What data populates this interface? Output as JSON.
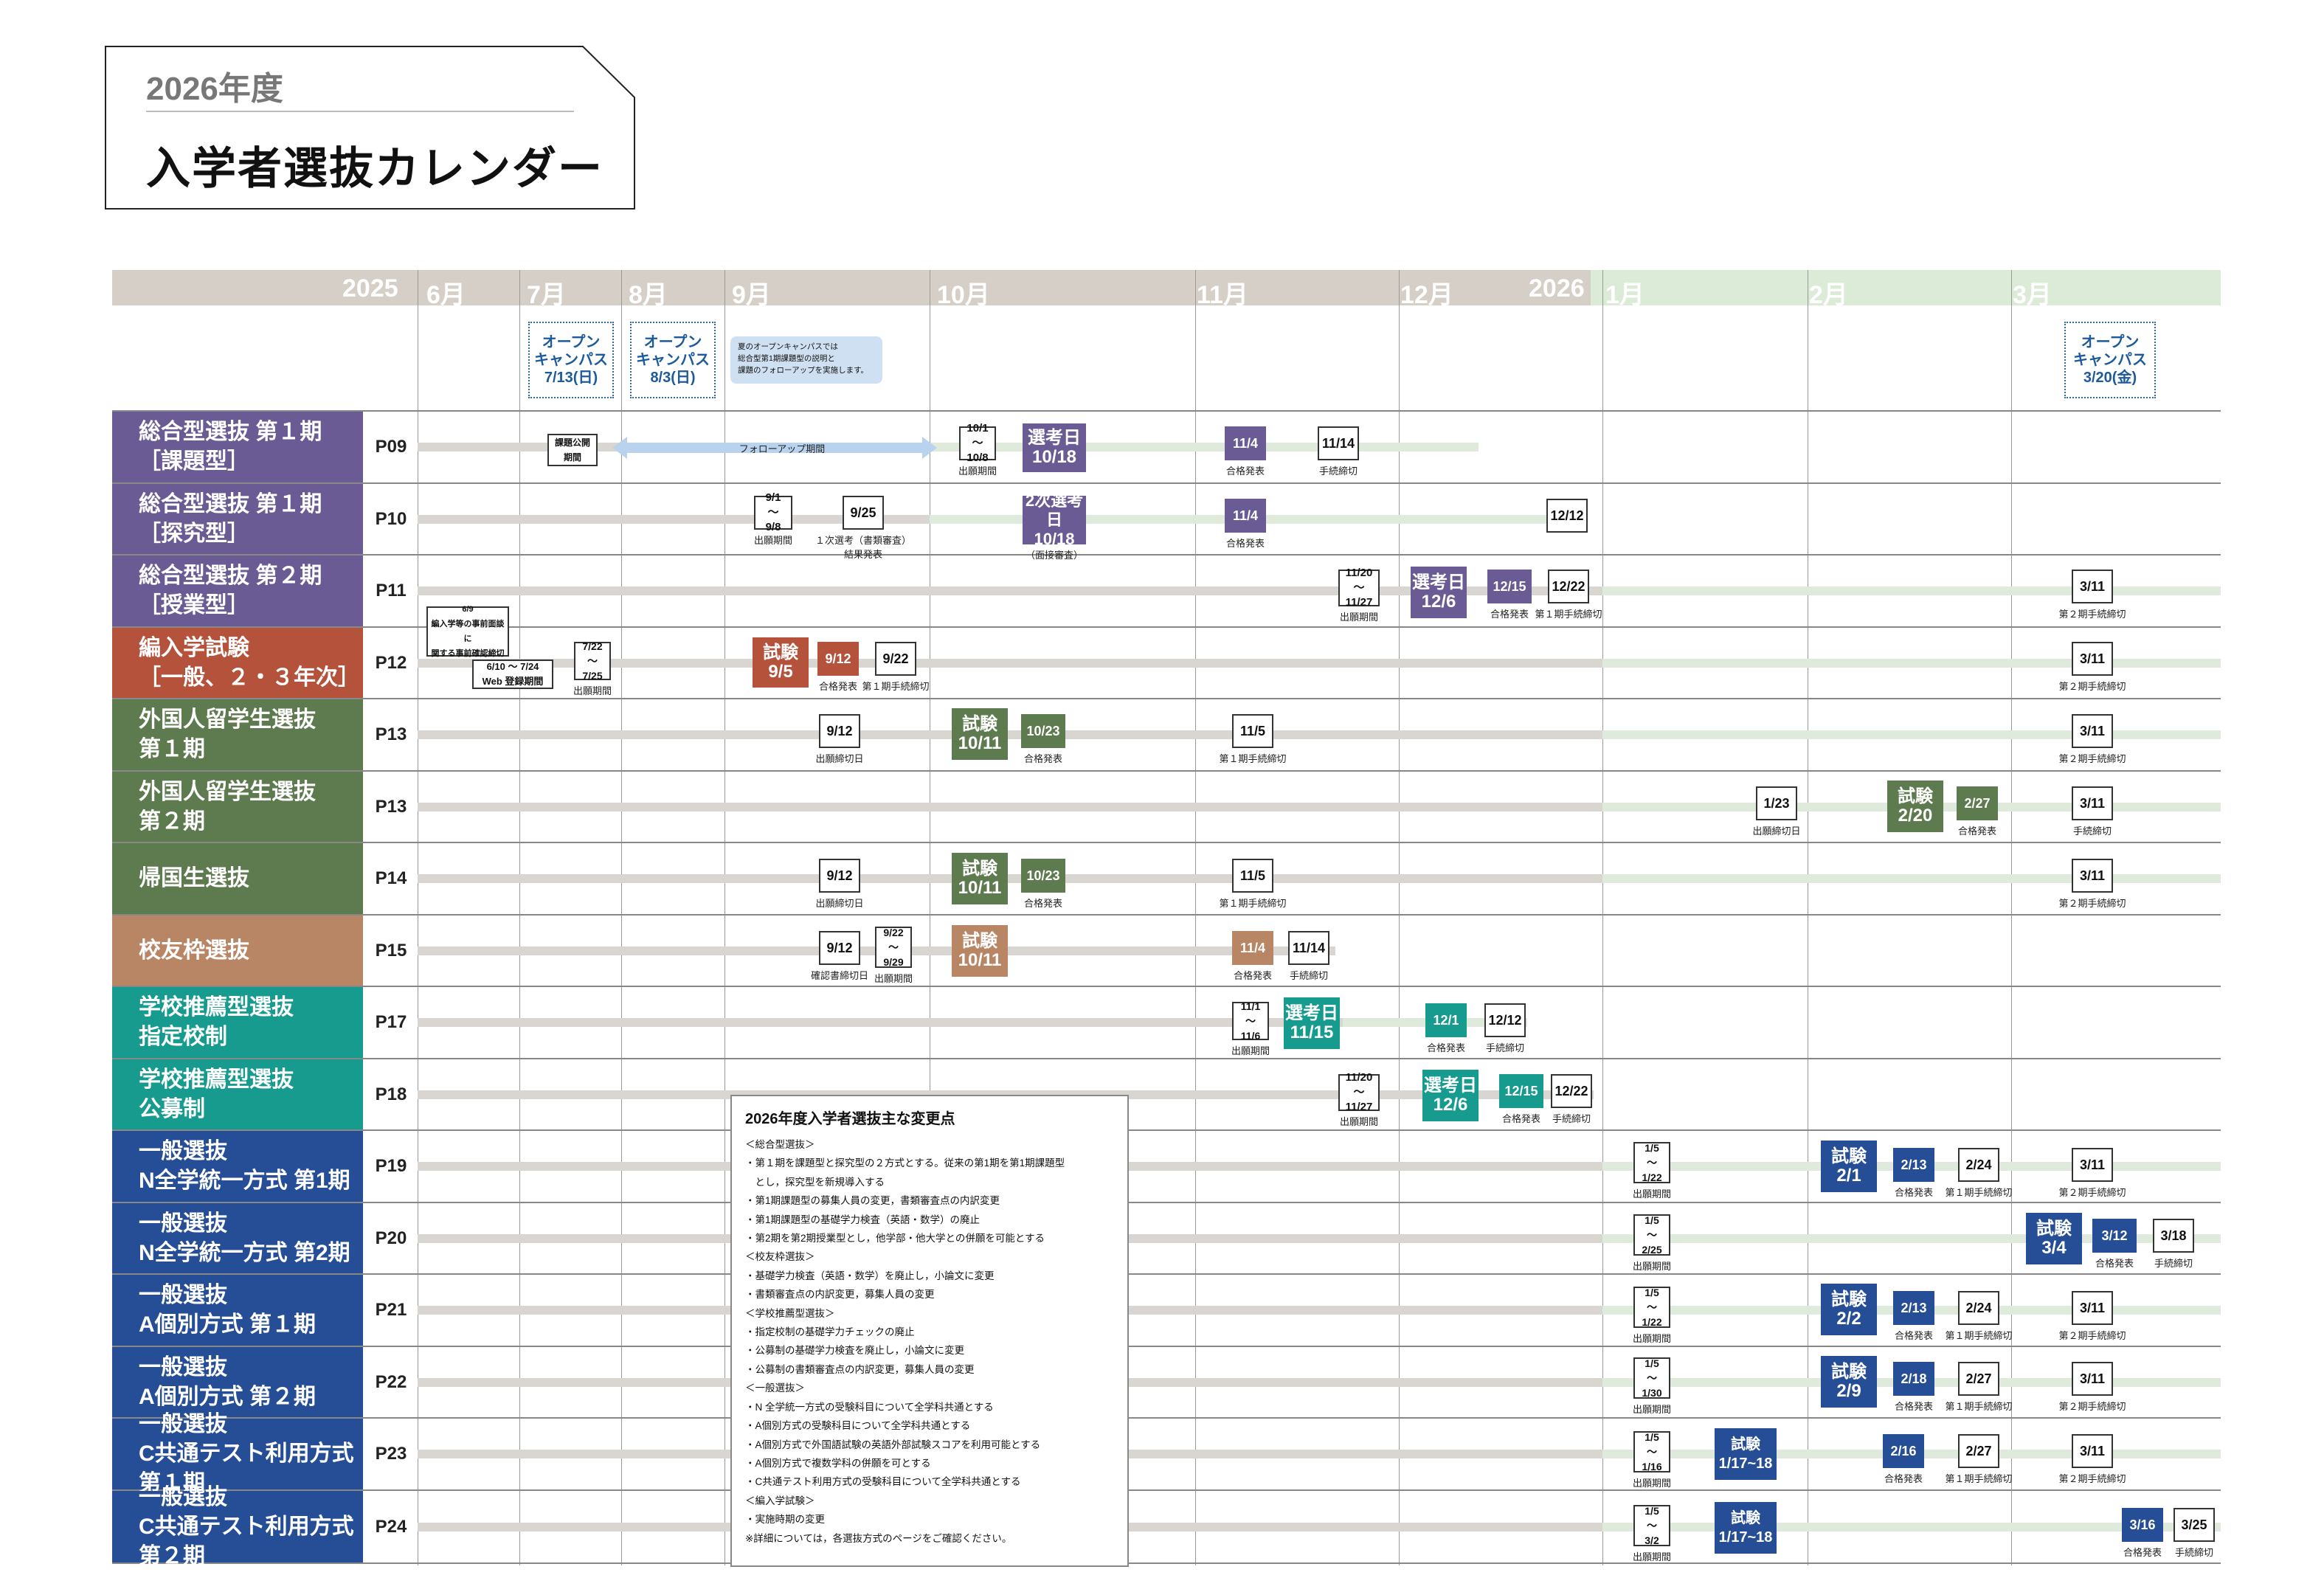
{
  "header": {
    "year": "2026年度",
    "title": "入学者選抜カレンダー"
  },
  "months": {
    "y2025": "2025",
    "jun": "6月",
    "jul": "7月",
    "aug": "8月",
    "sep": "9月",
    "oct": "10月",
    "nov": "11月",
    "dec": "12月",
    "y2026": "2026",
    "jan": "1月",
    "feb": "2月",
    "mar": "3月"
  },
  "open_campus": {
    "oc1": "オープン\nキャンパス\n7/13(日)",
    "oc2": "オープン\nキャンパス\n8/3(日)",
    "oc3": "オープン\nキャンパス\n3/20(金)",
    "note": "夏のオープンキャンパスでは\n総合型第1期課題型の説明と\n課題のフォローアップを実施します。"
  },
  "categories": [
    {
      "name": "総合型選抜 第１期\n［課題型］",
      "page": "P09",
      "color": "#6b5b95"
    },
    {
      "name": "総合型選抜 第１期\n［探究型］",
      "page": "P10",
      "color": "#6b5b95"
    },
    {
      "name": "総合型選抜 第２期\n［授業型］",
      "page": "P11",
      "color": "#6b5b95"
    },
    {
      "name": "編入学試験\n［一般、２・３年次］",
      "page": "P12",
      "color": "#b5523b"
    },
    {
      "name": "外国人留学生選抜\n第１期",
      "page": "P13",
      "color": "#5e7a4f"
    },
    {
      "name": "外国人留学生選抜\n第２期",
      "page": "P13",
      "color": "#5e7a4f"
    },
    {
      "name": "帰国生選抜",
      "page": "P14",
      "color": "#5e7a4f"
    },
    {
      "name": "校友枠選抜",
      "page": "P15",
      "color": "#b88565"
    },
    {
      "name": "学校推薦型選抜\n指定校制",
      "page": "P17",
      "color": "#179b8e"
    },
    {
      "name": "学校推薦型選抜\n公募制",
      "page": "P18",
      "color": "#179b8e"
    },
    {
      "name": "一般選抜\nN全学統一方式 第1期",
      "page": "P19",
      "color": "#254e96"
    },
    {
      "name": "一般選抜\nN全学統一方式 第2期",
      "page": "P20",
      "color": "#254e96"
    },
    {
      "name": "一般選抜\nA個別方式 第１期",
      "page": "P21",
      "color": "#254e96"
    },
    {
      "name": "一般選抜\nA個別方式 第２期",
      "page": "P22",
      "color": "#254e96"
    },
    {
      "name": "一般選抜\nC共通テスト利用方式第１期",
      "page": "P23",
      "color": "#254e96"
    },
    {
      "name": "一般選抜\nC共通テスト利用方式第２期",
      "page": "P24",
      "color": "#254e96"
    }
  ],
  "events": {
    "r0": {
      "a": "課題公開\n期間",
      "follow": "フォローアップ期間",
      "b": "10/1\n〜\n10/8",
      "b_l": "出願期間",
      "c": "選考日\n10/18",
      "d": "11/4",
      "d_l": "合格発表",
      "e": "11/14",
      "e_l": "手続締切"
    },
    "r1": {
      "a": "9/1\n〜\n9/8",
      "a_l": "出願期間",
      "b": "9/25",
      "b_l": "１次選考（書類審査）\n結果発表",
      "c": "2次選考日\n10/18",
      "c_l": "（面接審査）",
      "d": "11/4",
      "d_l": "合格発表",
      "e": "12/12"
    },
    "r2": {
      "a": "11/20\n〜\n11/27",
      "a_l": "出願期間",
      "b": "選考日\n12/6",
      "c": "12/15",
      "c_l": "合格発表",
      "d": "12/22",
      "d_l": "第１期手続締切",
      "e": "3/11",
      "e_l": "第２期手続締切"
    },
    "r3": {
      "a": "6/9\n編入学等の事前面談に\n関する事前確認締切",
      "b": "6/10 〜 7/24\nWeb 登録期間",
      "c": "7/22\n〜\n7/25",
      "c_l": "出願期間",
      "d": "試験\n9/5",
      "e": "9/12",
      "e_l": "合格発表",
      "f": "9/22",
      "f_l": "第１期手続締切",
      "g": "3/11",
      "g_l": "第２期手続締切"
    },
    "r4": {
      "a": "9/12",
      "a_l": "出願締切日",
      "b": "試験\n10/11",
      "c": "10/23",
      "c_l": "合格発表",
      "d": "11/5",
      "d_l": "第１期手続締切",
      "e": "3/11",
      "e_l": "第２期手続締切"
    },
    "r5": {
      "a": "1/23",
      "a_l": "出願締切日",
      "b": "試験\n2/20",
      "c": "2/27",
      "c_l": "合格発表",
      "d": "3/11",
      "d_l": "手続締切"
    },
    "r6": {
      "a": "9/12",
      "a_l": "出願締切日",
      "b": "試験\n10/11",
      "c": "10/23",
      "c_l": "合格発表",
      "d": "11/5",
      "d_l": "第１期手続締切",
      "e": "3/11",
      "e_l": "第２期手続締切"
    },
    "r7": {
      "a": "9/12",
      "a_l": "確認書締切日",
      "b": "9/22\n〜\n9/29",
      "b_l": "出願期間",
      "c": "試験\n10/11",
      "d": "11/4",
      "d_l": "合格発表",
      "e": "11/14",
      "e_l": "手続締切"
    },
    "r8": {
      "a": "11/1\n〜\n11/6",
      "a_l": "出願期間",
      "b": "選考日\n11/15",
      "c": "12/1",
      "c_l": "合格発表",
      "d": "12/12",
      "d_l": "手続締切"
    },
    "r9": {
      "a": "11/20\n〜\n11/27",
      "a_l": "出願期間",
      "b": "選考日\n12/6",
      "c": "12/15",
      "c_l": "合格発表",
      "d": "12/22",
      "d_l": "手続締切"
    },
    "r10": {
      "a": "1/5\n〜\n1/22",
      "a_l": "出願期間",
      "b": "試験\n2/1",
      "c": "2/13",
      "c_l": "合格発表",
      "d": "2/24",
      "d_l": "第１期手続締切",
      "e": "3/11",
      "e_l": "第２期手続締切"
    },
    "r11": {
      "a": "1/5\n〜\n2/25",
      "a_l": "出願期間",
      "b": "試験\n3/4",
      "c": "3/12",
      "c_l": "合格発表",
      "d": "3/18",
      "d_l": "手続締切"
    },
    "r12": {
      "a": "1/5\n〜\n1/22",
      "a_l": "出願期間",
      "b": "試験\n2/2",
      "c": "2/13",
      "c_l": "合格発表",
      "d": "2/24",
      "d_l": "第１期手続締切",
      "e": "3/11",
      "e_l": "第２期手続締切"
    },
    "r13": {
      "a": "1/5\n〜\n1/30",
      "a_l": "出願期間",
      "b": "試験\n2/9",
      "c": "2/18",
      "c_l": "合格発表",
      "d": "2/27",
      "d_l": "第１期手続締切",
      "e": "3/11",
      "e_l": "第２期手続締切"
    },
    "r14": {
      "a": "1/5\n〜\n1/16",
      "a_l": "出願期間",
      "b": "試験\n1/17~18",
      "c": "2/16",
      "c_l": "合格発表",
      "d": "2/27",
      "d_l": "第１期手続締切",
      "e": "3/11",
      "e_l": "第２期手続締切"
    },
    "r15": {
      "a": "1/5\n〜\n3/2",
      "a_l": "出願期間",
      "b": "試験\n1/17~18",
      "c": "3/16",
      "c_l": "合格発表",
      "d": "3/25",
      "d_l": "手続締切"
    }
  },
  "notes": {
    "title": "2026年度入学者選抜主な変更点",
    "lines": [
      "＜総合型選抜＞",
      "・第１期を課題型と探究型の２方式とする。従来の第1期を第1期課題型",
      "　とし，探究型を新規導入する",
      "・第1期課題型の募集人員の変更，書類審査点の内訳変更",
      "・第1期課題型の基礎学力検査（英語・数学）の廃止",
      "・第2期を第2期授業型とし，他学部・他大学との併願を可能とする",
      "＜校友枠選抜＞",
      "・基礎学力検査（英語・数学）を廃止し，小論文に変更",
      "・書類審査点の内訳変更，募集人員の変更",
      "＜学校推薦型選抜＞",
      "・指定校制の基礎学力チェックの廃止",
      "・公募制の基礎学力検査を廃止し，小論文に変更",
      "・公募制の書類審査点の内訳変更，募集人員の変更",
      "＜一般選抜＞",
      "・N 全学統一方式の受験科目について全学科共通とする",
      "・A個別方式の受験科目について全学科共通とする",
      "・A個別方式で外国語試験の英語外部試験スコアを利用可能とする",
      "・A個別方式で複数学科の併願を可とする",
      "・C共通テスト利用方式の受験科目について全学科共通とする",
      "＜編入学試験＞",
      "・実施時期の変更",
      "※詳細については，各選抜方式のページをご確認ください。"
    ]
  }
}
